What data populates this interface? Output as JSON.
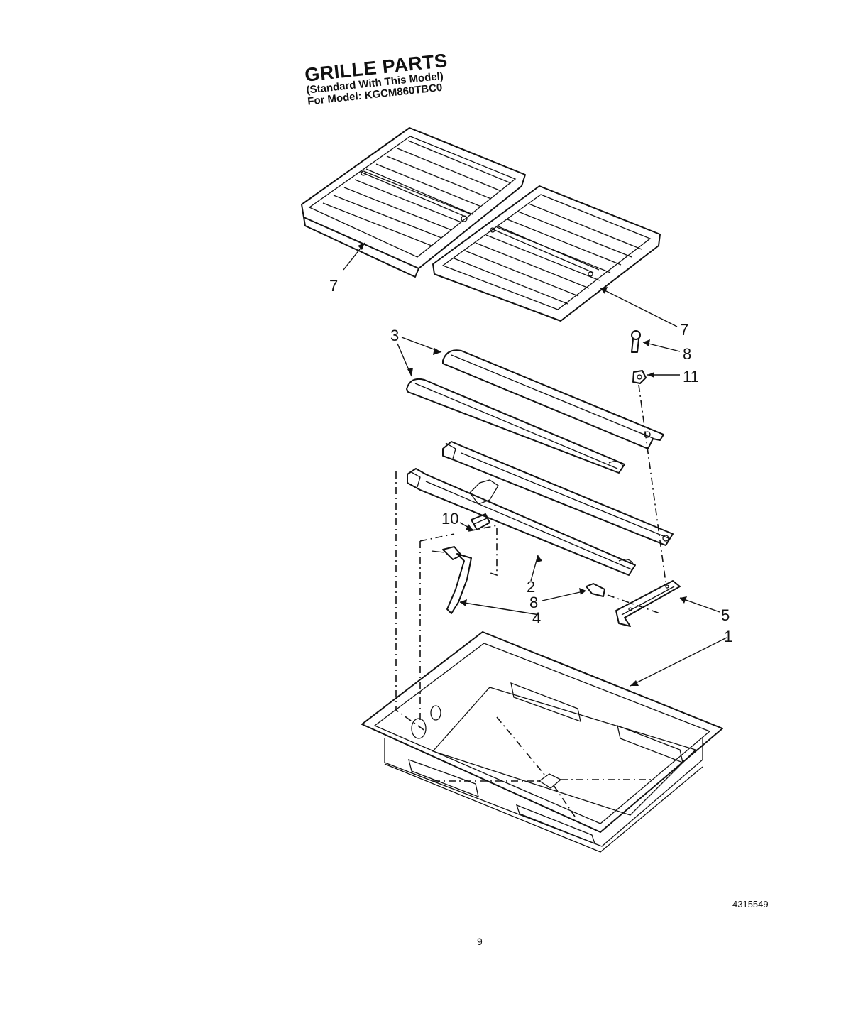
{
  "header": {
    "title": "GRILLE PARTS",
    "subtitle": "(Standard With This Model)",
    "model_line": "For Model: KGCM860TBC0"
  },
  "callouts": {
    "grate_left": "7",
    "grate_right": "7",
    "screw_top": "8",
    "nut": "11",
    "reflectors": "3",
    "igniter_bracket": "10",
    "burner": "2",
    "screw_bottom": "8",
    "igniter": "4",
    "bracket": "5",
    "pan": "1"
  },
  "footer": {
    "doc_number": "4315549",
    "page_number": "9"
  }
}
